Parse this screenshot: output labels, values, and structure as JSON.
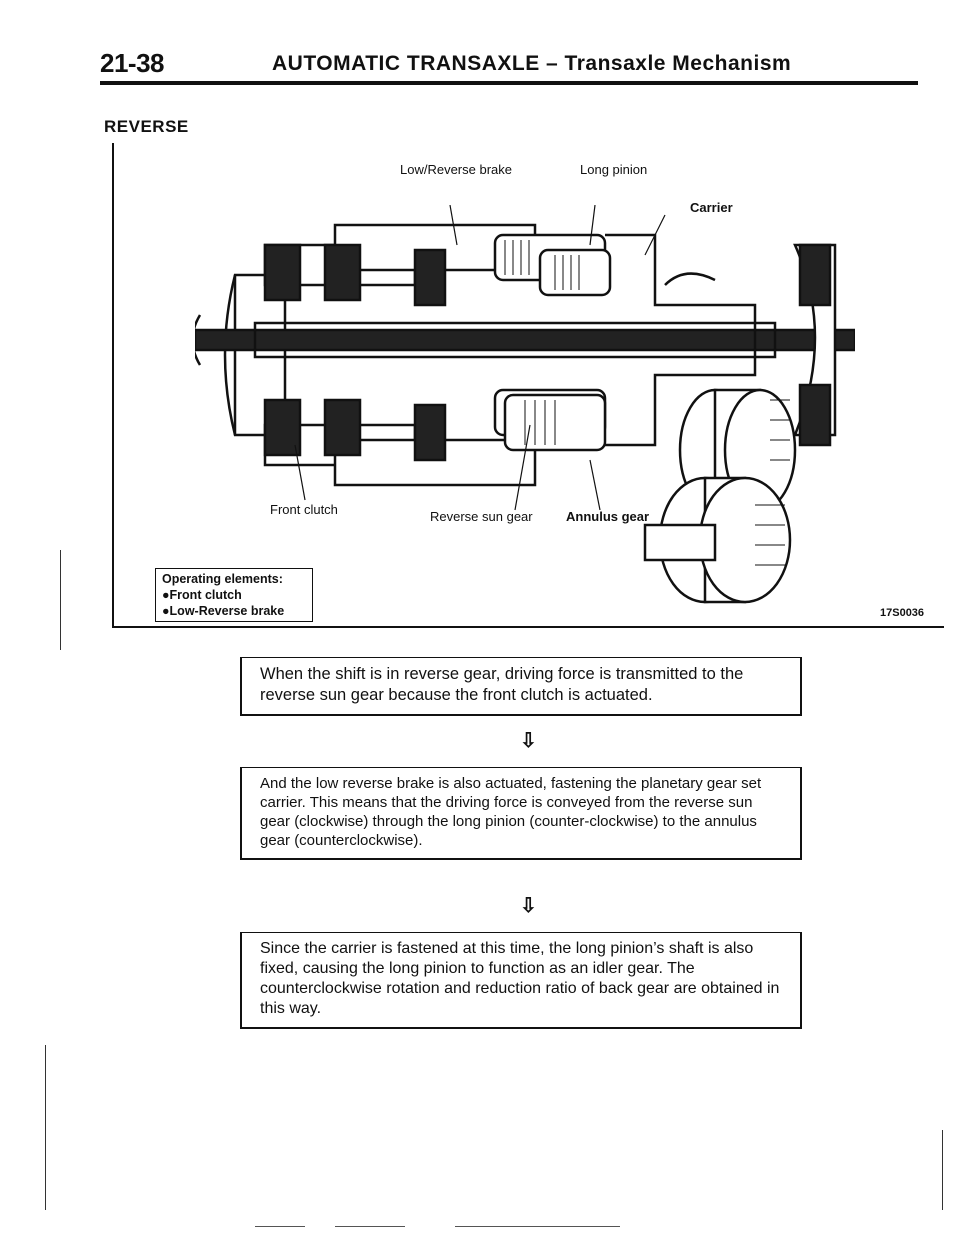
{
  "header": {
    "page_number": "21-38",
    "title": "AUTOMATIC TRANSAXLE – Transaxle Mechanism"
  },
  "section": {
    "heading": "REVERSE"
  },
  "figure": {
    "labels": {
      "low_reverse_brake": "Low/Reverse brake",
      "long_pinion": "Long pinion",
      "carrier": "Carrier",
      "front_clutch": "Front clutch",
      "reverse_sun_gear": "Reverse sun gear",
      "annulus_gear": "Annulus gear"
    },
    "operating_elements": {
      "title": "Operating elements:",
      "items": [
        "●Front clutch",
        "●Low-Reverse brake"
      ]
    },
    "figure_id": "17S0036"
  },
  "steps": [
    "When the shift is in reverse gear, driving force is transmitted to the reverse sun gear because the front clutch is actuated.",
    "And the low reverse brake is also actuated, fastening the planetary gear set carrier. This means that the driving force is conveyed from the reverse sun gear (clockwise) through the long pinion (counter-clockwise) to the annulus gear (counterclockwise).",
    "Since the carrier is fastened at this time, the long pinion’s shaft is also fixed, causing the long pinion to function as an idler gear. The counterclockwise rotation and reduction ratio of back gear are obtained in this way."
  ],
  "arrow_glyph": "⇩"
}
